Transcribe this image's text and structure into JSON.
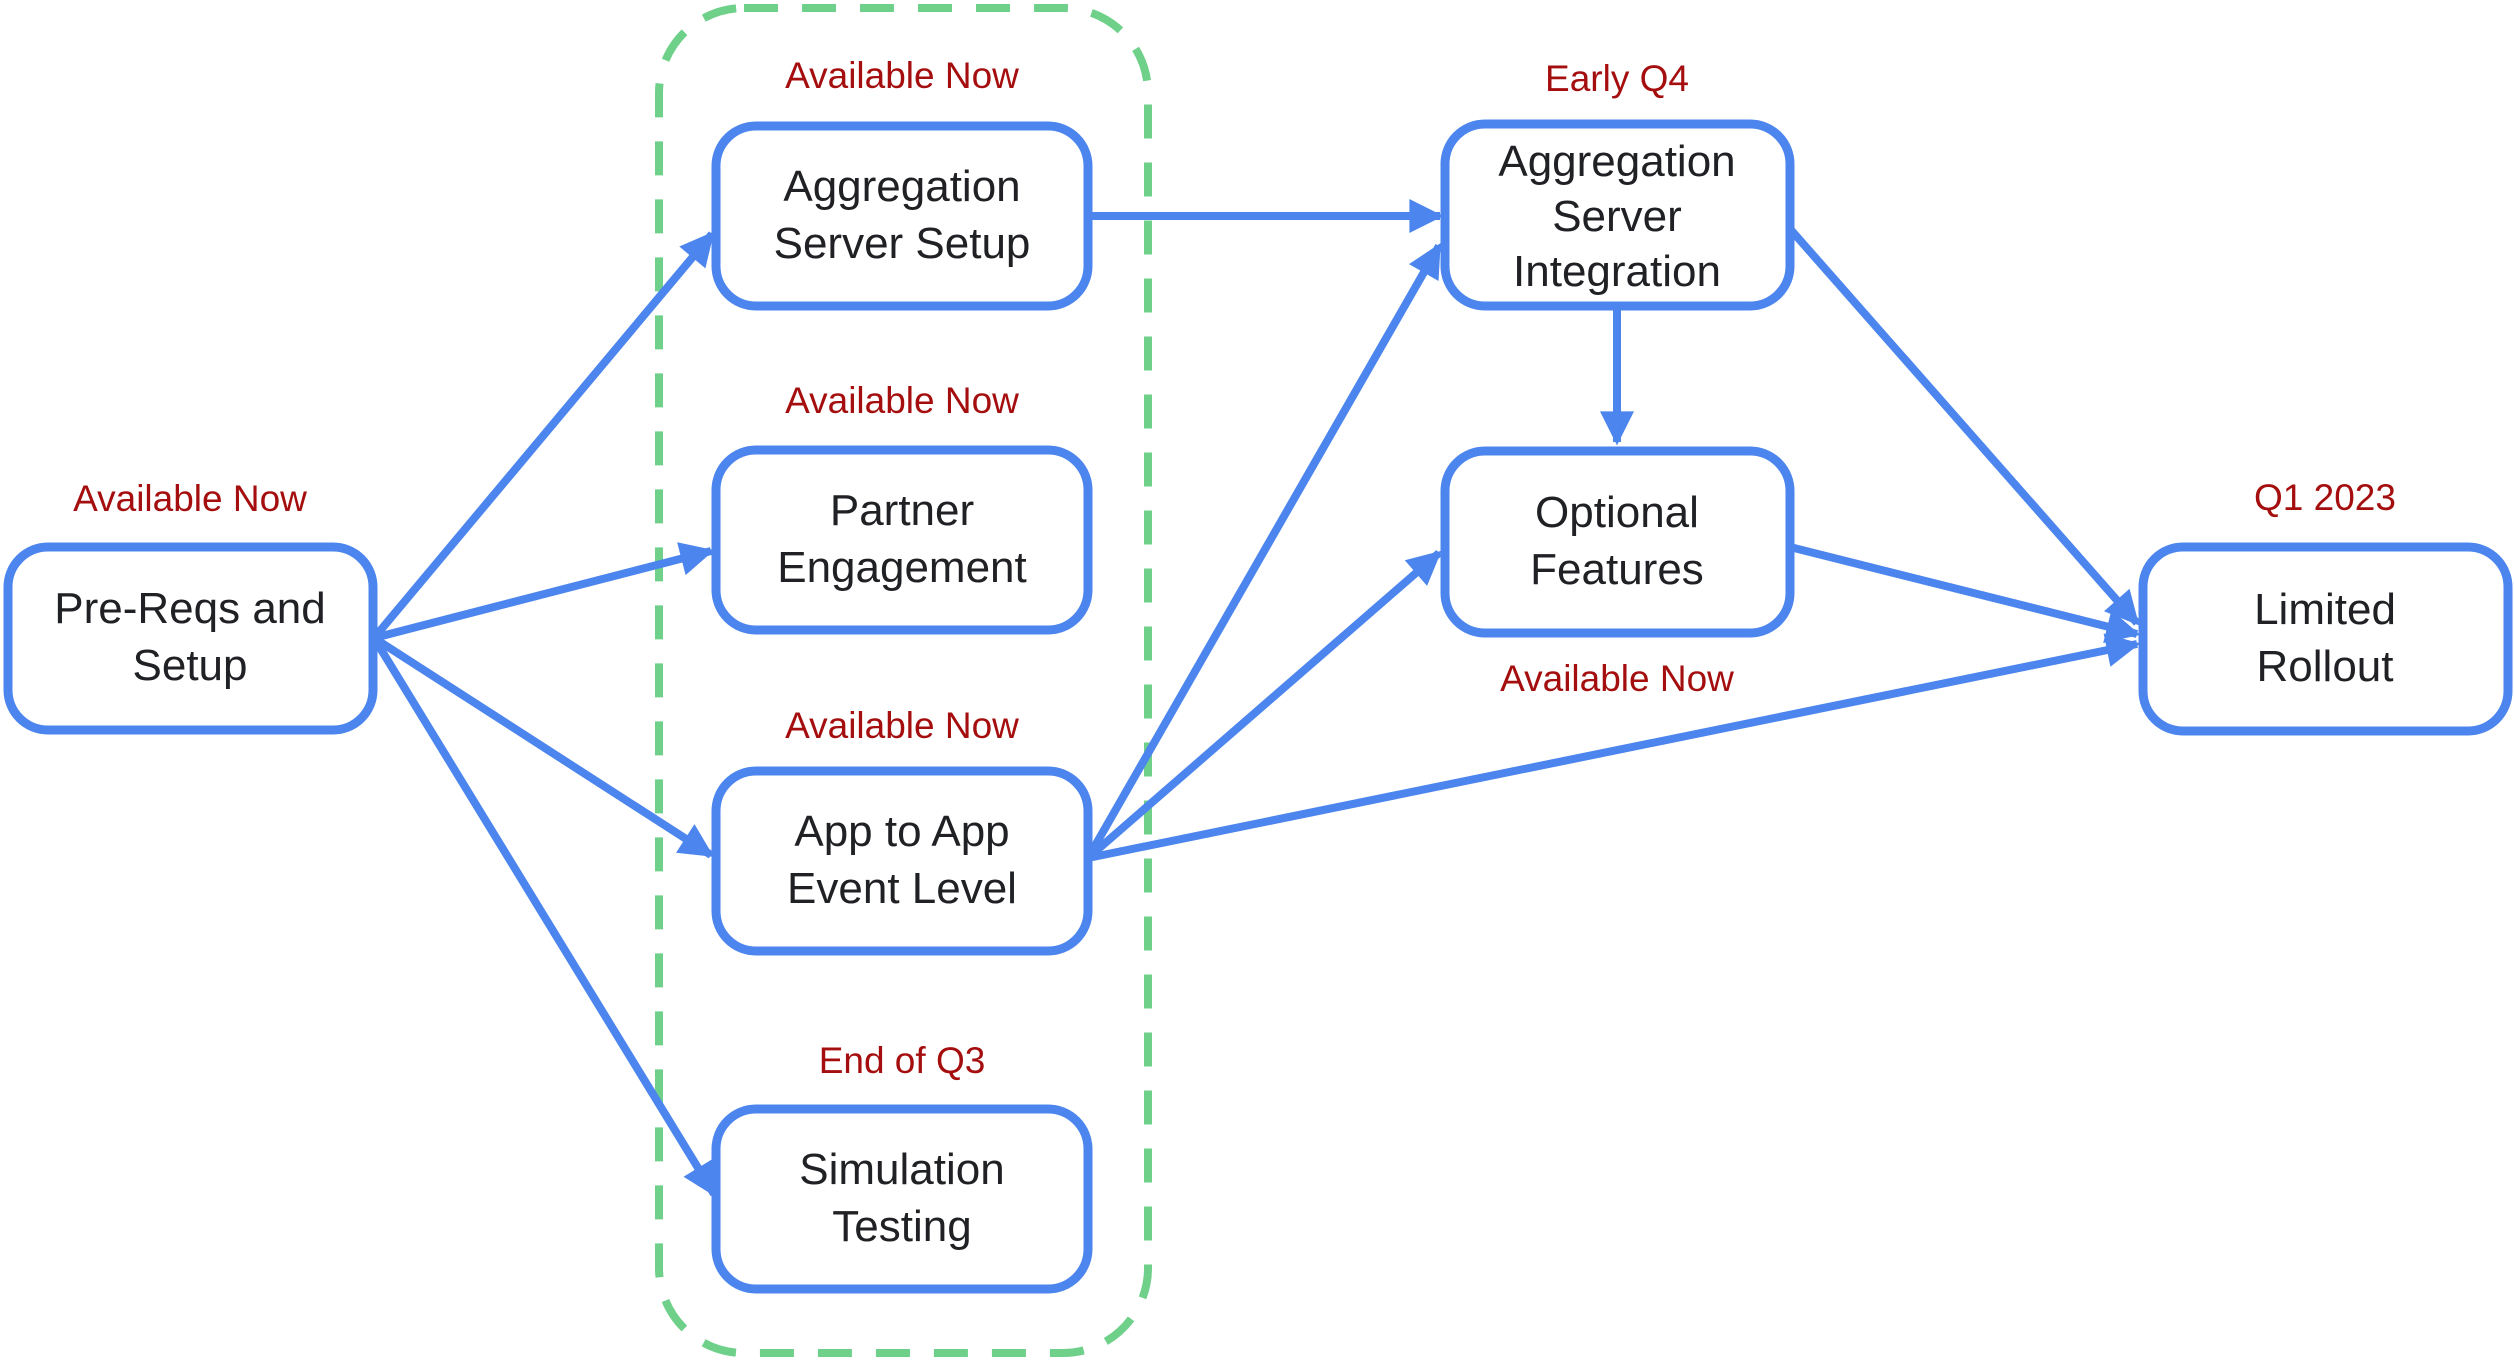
{
  "colors": {
    "node_border": "#4C85EE",
    "arrow": "#4C85EE",
    "group_outline": "#6FD08A",
    "status_label": "#A50E0E",
    "node_text": "#202124",
    "background": "#FFFFFF"
  },
  "nodes": {
    "prereqs": {
      "line1": "Pre-Reqs and",
      "line2": "Setup",
      "status": "Available Now"
    },
    "agg_setup": {
      "line1": "Aggregation",
      "line2": "Server Setup",
      "status": "Available Now"
    },
    "partner": {
      "line1": "Partner",
      "line2": "Engagement",
      "status": "Available Now"
    },
    "app_to_app": {
      "line1": "App to App",
      "line2": "Event Level",
      "status": "Available Now"
    },
    "simulation": {
      "line1": "Simulation",
      "line2": "Testing",
      "status": "End of Q3"
    },
    "agg_integration": {
      "line1": "Aggregation",
      "line2": "Server",
      "line3": "Integration",
      "status": "Early Q4"
    },
    "optional": {
      "line1": "Optional",
      "line2": "Features",
      "status": "Available Now"
    },
    "rollout": {
      "line1": "Limited",
      "line2": "Rollout",
      "status": "Q1 2023"
    }
  },
  "group": {
    "members": [
      "agg_setup",
      "partner",
      "app_to_app",
      "simulation"
    ]
  },
  "edges": [
    {
      "from": "prereqs",
      "to": "agg_setup"
    },
    {
      "from": "prereqs",
      "to": "partner"
    },
    {
      "from": "prereqs",
      "to": "app_to_app"
    },
    {
      "from": "prereqs",
      "to": "simulation"
    },
    {
      "from": "agg_setup",
      "to": "agg_integration"
    },
    {
      "from": "app_to_app",
      "to": "agg_integration"
    },
    {
      "from": "app_to_app",
      "to": "optional"
    },
    {
      "from": "app_to_app",
      "to": "rollout"
    },
    {
      "from": "agg_integration",
      "to": "optional"
    },
    {
      "from": "agg_integration",
      "to": "rollout"
    },
    {
      "from": "optional",
      "to": "rollout"
    }
  ]
}
